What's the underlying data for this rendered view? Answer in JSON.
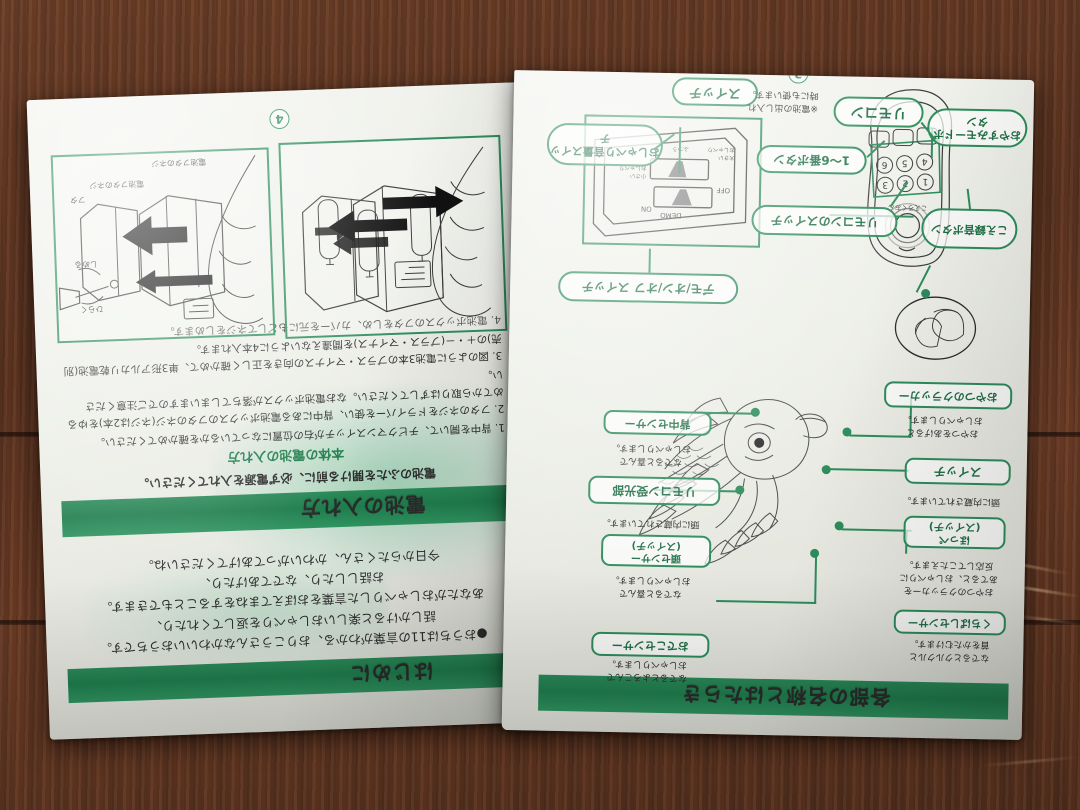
{
  "photo": {
    "subject": "Japanese instruction booklet lying upside-down on a dark wooden table",
    "background_color": "#5b3320",
    "paper_color": "#eceee7",
    "accent_green": "#2c8c5b",
    "band_green": "#1f7d4d"
  },
  "left_page": {
    "page_number": "4",
    "illustrations": [
      {
        "caption": "battery-insert-into-body",
        "alt": "単3乾電池を本体に入れる図"
      },
      {
        "caption": "battery-cover-screw",
        "alt": "電池フタをネジで留める図"
      }
    ],
    "illustration_labels": {
      "open": "ひらく",
      "close": "しめる",
      "cover": "フタ",
      "cover_note": "電池フタのネジ",
      "body_note": "電池フタのネジ"
    },
    "band_title": "電池の入れ方",
    "lead_text": "電池のふたを開ける前に、必ず電源を入れてください。",
    "section_heading": "本体の電池の入れ方",
    "steps": [
      "1. 背中を開いて、チビクマンスイッチが右の位置になっているかを確かめてください。",
      "2. フタのネジをドライバーを使い、背中にある電池ボックスのフタのネジ(ネジは2本)をゆるめてから取りはずしてください。なお電池ボックスが落ちてしまいますのでご注意ください。",
      "3. 図のように電池3本のプラス・マイナスの向きを正しく確かめて、単3形アルカリ乾電池(別売)の＋・－(プラス・マイナス)を間違えないように4本入れます。",
      "4. 電池ボックスのフタをしめ、カバーを元にもどしてネジをしめます。"
    ],
    "intro_band_title": "はじめに",
    "intro_text": [
      "●おうちは11の言葉がわかる、おりこうさんなかわいいおうちです。",
      "話しかけると楽しいおしゃべりを返してくれたり、",
      "あなたがおしゃべりした言葉をおぼえてまねをすることもできます。",
      "お話ししたり、なでてあげたり、",
      "今日からたくさん、かわいがってあげてくださいね。"
    ]
  },
  "right_page": {
    "page_number": "3",
    "band_title": "各部の名称とはたらき",
    "remote": {
      "device_label": "リモコン",
      "button_face_text": "こえろくおん",
      "keypad_digits": [
        "1",
        "2",
        "3",
        "4",
        "5",
        "6"
      ],
      "labels": [
        {
          "name": "voice-record-button",
          "text": "こえ録音ボタン"
        },
        {
          "name": "remote-switch",
          "text": "リモコンのスイッチ"
        },
        {
          "name": "number-buttons",
          "text": "1〜6番ボタン"
        },
        {
          "name": "sleep-mode-button",
          "text": "おやすみモードボタン"
        }
      ]
    },
    "switchbox": {
      "device_label": "スイッチ",
      "panel_marks": {
        "on": "ON",
        "off": "OFF",
        "demo": "DEMO",
        "volume_small": "小さい おしゃべり",
        "volume_large": "大きい おしゃべり",
        "volume_center": "ふつう"
      },
      "labels": [
        {
          "name": "demo-on-off-switch",
          "text": "デモ/オン/オフ スイッチ"
        },
        {
          "name": "talk-volume-switch",
          "text": "おしゃべり音量スイッチ"
        }
      ],
      "footnote": "※電池の出し入れ\n時にも使います。"
    },
    "bird_labels": [
      {
        "name": "cracker-treat",
        "text": "おやつのクラッカー",
        "note": "おやつをあげると\nおしゃべりします。"
      },
      {
        "name": "switch",
        "text": "スイッチ",
        "note": "頭に内蔵されています。"
      },
      {
        "name": "cheek-switch",
        "text": "ほっぺ\n(スイッチ)",
        "note": "おやつのクラッカーを\nあてると、おしゃべりに\n反応してこたえます。"
      },
      {
        "name": "beak-sensor",
        "text": "くちばしセンサー",
        "note": "なでるとクルクルと\n首をかたむけます。"
      },
      {
        "name": "remote-receiver",
        "text": "リモコン受光部",
        "note": "頭に内蔵されています。"
      },
      {
        "name": "back-sensor",
        "text": "背中センサー",
        "note": "なでると喜んで\nおしゃべりします。"
      },
      {
        "name": "head-sensor",
        "text": "頭センサー\n(スイッチ)",
        "note": "なでると喜んで\nおしゃべりします。"
      },
      {
        "name": "forehead-sensor",
        "text": "おでこセンサー",
        "note": "なでるとよろこんで\nおしゃべりします。"
      }
    ]
  }
}
